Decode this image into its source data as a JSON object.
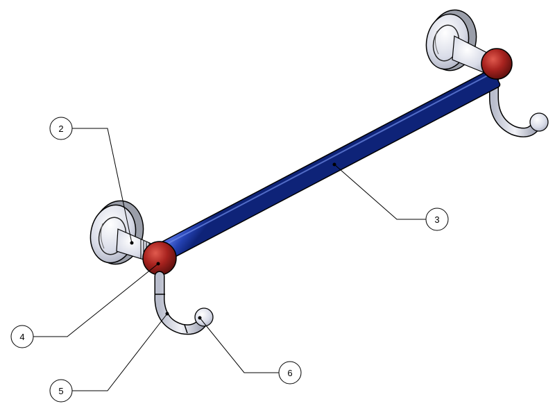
{
  "balloons": [
    {
      "id": "b2",
      "label": "2"
    },
    {
      "id": "b3",
      "label": "3"
    },
    {
      "id": "b4",
      "label": "4"
    },
    {
      "id": "b5",
      "label": "5"
    },
    {
      "id": "b6",
      "label": "6"
    }
  ],
  "colors": {
    "rod": "#1f3fa6",
    "ball": "#a8231f",
    "metal": "#d8dbe6",
    "outline": "#000000"
  }
}
